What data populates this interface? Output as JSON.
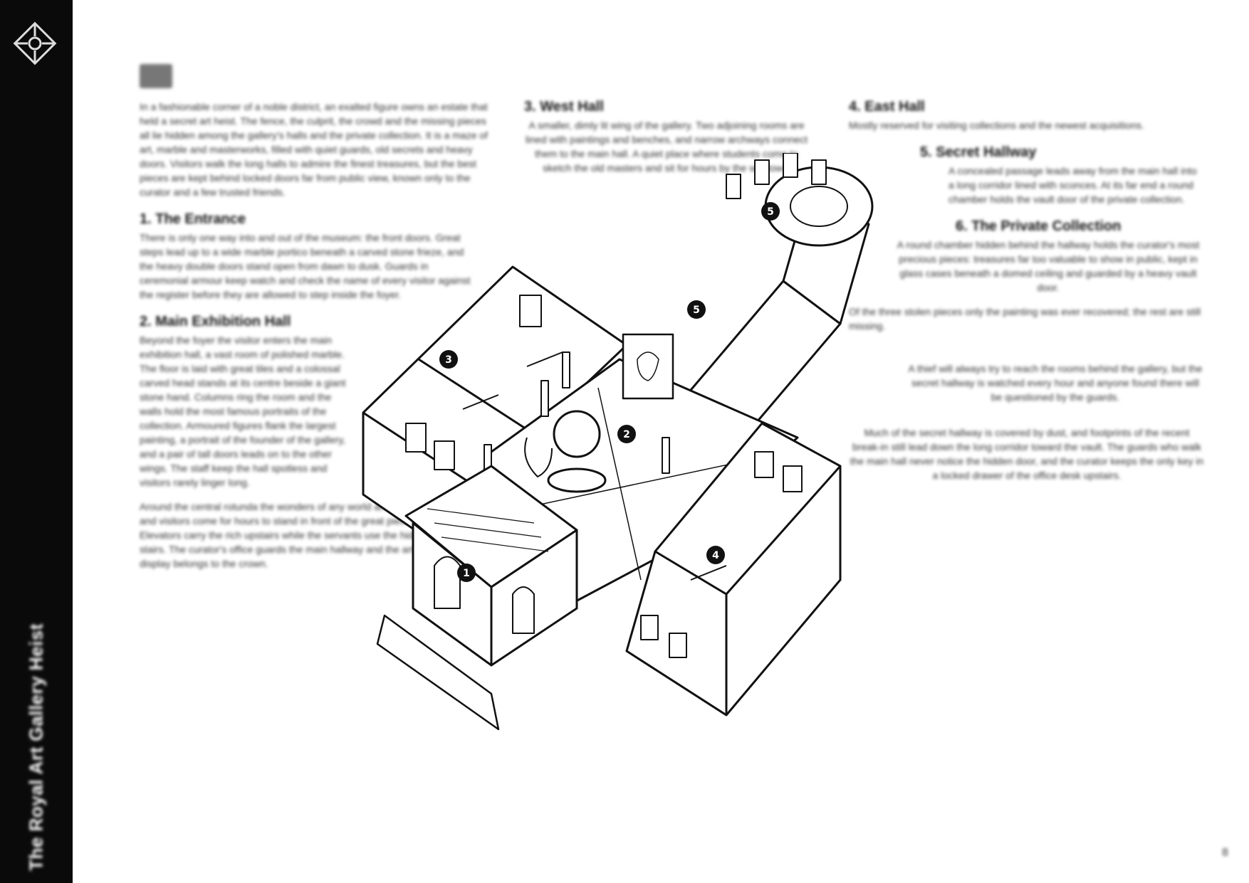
{
  "sidebar": {
    "title": "The Royal Art Gallery Heist"
  },
  "intro": {
    "paragraph_1": "In a fashionable corner of a noble district, an exalted figure owns an estate that held a secret art heist. The fence, the culprit, the crowd and the missing pieces all lie hidden among the gallery's halls and the private collection. It is a maze of art, marble and masterworks, filled with quiet guards, old secrets and heavy doors. Visitors walk the long halls to admire the finest treasures, but the best pieces are kept behind locked doors far from public view, known only to the curator and a few trusted friends.",
    "paragraph_2": "Around the central rotunda the wonders of any world are shown and visitors come for hours to stand in front of the great pieces. Elevators carry the rich upstairs while the servants use the hidden stairs. The curator's office guards the main hallway and the art on display belongs to the crown."
  },
  "sections": {
    "entrance": {
      "title": "1. The Entrance",
      "body": "There is only one way into and out of the museum: the front doors. Great steps lead up to a wide marble portico beneath a carved stone frieze, and the heavy double doors stand open from dawn to dusk. Guards in ceremonial armour keep watch and check the name of every visitor against the register before they are allowed to step inside the foyer."
    },
    "main_hall": {
      "title": "2. Main Exhibition Hall",
      "body": "Beyond the foyer the visitor enters the main exhibition hall, a vast room of polished marble. The floor is laid with great tiles and a colossal carved head stands at its centre beside a giant stone hand. Columns ring the room and the walls hold the most famous portraits of the collection. Armoured figures flank the largest painting, a portrait of the founder of the gallery, and a pair of tall doors leads on to the other wings. The staff keep the hall spotless and visitors rarely linger long."
    },
    "west_hall": {
      "title": "3. West Hall",
      "body": "A smaller, dimly lit wing of the gallery. Two adjoining rooms are lined with paintings and benches, and narrow archways connect them to the main hall. A quiet place where students come to sketch the old masters and sit for hours by the windows."
    },
    "east_hall": {
      "title": "4. East Hall",
      "body": "Mostly reserved for visiting collections and the newest acquisitions."
    },
    "secret_hallway": {
      "title": "5. Secret Hallway",
      "body": "A concealed passage leads away from the main hall into a long corridor lined with sconces. At its far end a round chamber holds the vault door of the private collection."
    },
    "private_collection": {
      "title": "6. The Private Collection",
      "body": "A round chamber hidden behind the hallway holds the curator's most precious pieces: treasures far too valuable to show in public, kept in glass cases beneath a domed ceiling and guarded by a heavy vault door."
    },
    "east_notes": {
      "paragraph_1": "Of the three stolen pieces only the painting was ever recovered; the rest are still missing.",
      "paragraph_2": "A thief will always try to reach the rooms behind the gallery, but the secret hallway is watched every hour and anyone found there will be questioned by the guards.",
      "paragraph_3": "Much of the secret hallway is covered by dust, and footprints of the recent break-in still lead down the long corridor toward the vault. The guards who walk the main hall never notice the hidden door, and the curator keeps the only key in a locked drawer of the office desk upstairs."
    }
  },
  "map_markers": [
    "1",
    "2",
    "3",
    "4",
    "5",
    "5"
  ],
  "page_number": "8"
}
